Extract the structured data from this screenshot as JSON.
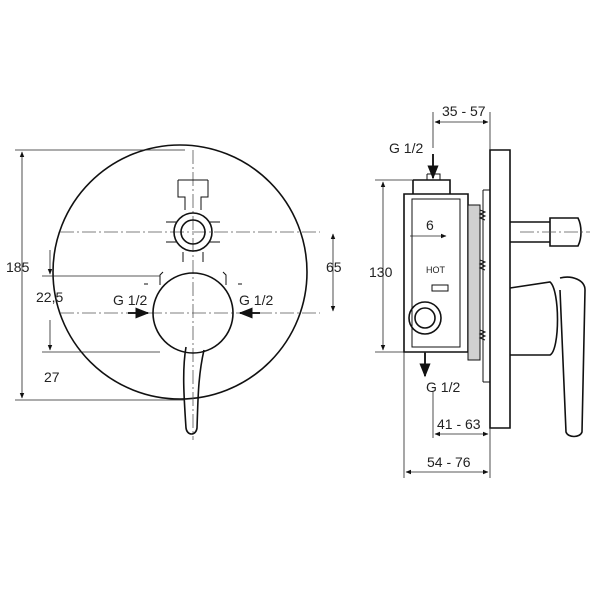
{
  "front_view": {
    "dims": {
      "overall_height": "185",
      "lower_offset": "22,5",
      "bottom_offset": "27",
      "spacing": "65"
    },
    "connections": {
      "left": "G 1/2",
      "right": "G 1/2"
    }
  },
  "side_view": {
    "dims": {
      "top_depth": "35 - 57",
      "body_height": "130",
      "small": "6",
      "mid_depth": "41 - 63",
      "overall_depth": "54 - 76"
    },
    "connections": {
      "top": "G 1/2",
      "bottom": "G 1/2"
    },
    "hot_label": "HOT"
  }
}
